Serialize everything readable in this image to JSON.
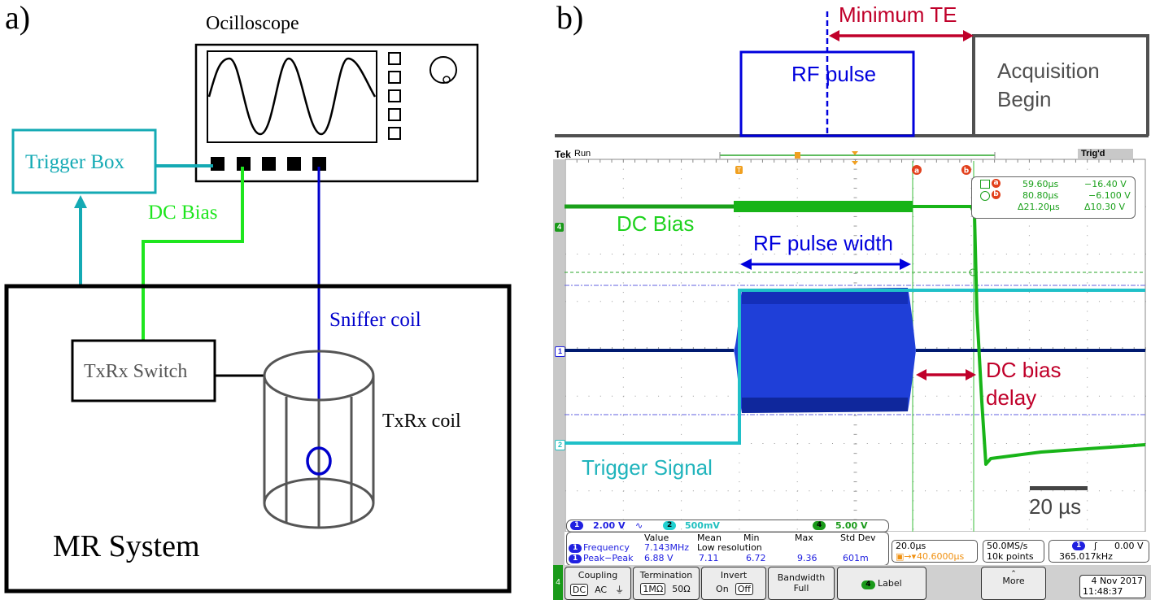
{
  "panel_a": {
    "label": "a)",
    "oscilloscope_label": "Ocilloscope",
    "trigger_box_label": "Trigger Box",
    "dc_bias_label": "DC Bias",
    "sniffer_coil_label": "Sniffer coil",
    "txrx_switch_label": "TxRx Switch",
    "txrx_coil_label": "TxRx coil",
    "mr_system_label": "MR System",
    "colors": {
      "trigger": "#14aab4",
      "dc_bias": "#1ee61e",
      "sniffer": "#0000cc",
      "outline": "#000000",
      "coil": "#555555"
    }
  },
  "panel_b": {
    "label": "b)",
    "timing": {
      "minimum_te_label": "Minimum TE",
      "rf_pulse_label": "RF pulse",
      "acquisition_label_line1": "Acquisition",
      "acquisition_label_line2": "Begin",
      "colors": {
        "rf": "#0000dd",
        "te": "#c0002a",
        "acq": "#505050"
      }
    },
    "scope": {
      "brand": "Tek",
      "run_state": "Run",
      "trigger_state": "Trig'd",
      "annotations": {
        "dc_bias": "DC Bias",
        "rf_pulse_width": "RF pulse width",
        "dc_bias_delay_line1": "DC bias",
        "dc_bias_delay_line2": "delay",
        "trigger_signal": "Trigger Signal",
        "scale_bar": "20 µs"
      },
      "cursors": {
        "a": {
          "badge": "a",
          "time": "59.60µs",
          "voltage": "−16.40 V"
        },
        "b": {
          "badge": "b",
          "time": "80.80µs",
          "voltage": "−6.100 V"
        },
        "delta": {
          "time": "Δ21.20µs",
          "voltage": "Δ10.30 V"
        }
      },
      "channels": [
        {
          "num": "1",
          "scale": "2.00 V",
          "coupling_symbol": "∿",
          "color": "#2020e0"
        },
        {
          "num": "2",
          "scale": "500mV",
          "color": "#20d0d0"
        },
        {
          "num": "4",
          "scale": "5.00 V",
          "color": "#1a9a1a"
        }
      ],
      "measurements": {
        "headers": [
          "Value",
          "Mean",
          "Min",
          "Max",
          "Std Dev"
        ],
        "rows": [
          {
            "ch": "1",
            "name": "Frequency",
            "value": "7.143MHz",
            "mean": "Low resolution",
            "min": "",
            "max": "",
            "std": ""
          },
          {
            "ch": "1",
            "name": "Peak−Peak",
            "value": "6.88 V",
            "mean": "7.11",
            "min": "6.72",
            "max": "9.36",
            "std": "601m"
          }
        ]
      },
      "timebase": {
        "scale": "20.0µs",
        "position": "40.6000µs"
      },
      "acquisition": {
        "rate": "50.0MS/s",
        "points": "10k points"
      },
      "trigger": {
        "channel": "1",
        "level": "0.00 V",
        "freq": "365.017kHz"
      },
      "buttons": {
        "channel_tab": "4",
        "coupling": {
          "title": "Coupling",
          "options": [
            "DC",
            "AC",
            "⏚"
          ],
          "selected": "DC"
        },
        "termination": {
          "title": "Termination",
          "options": [
            "1MΩ",
            "50Ω"
          ],
          "selected": "1MΩ"
        },
        "invert": {
          "title": "Invert",
          "options": [
            "On",
            "Off"
          ],
          "selected": "Off"
        },
        "bandwidth": {
          "title": "Bandwidth",
          "value": "Full"
        },
        "label": {
          "ch": "4",
          "title": "Label"
        },
        "more": "More"
      },
      "datetime": {
        "date": "4 Nov 2017",
        "time": "11:48:37"
      }
    }
  }
}
